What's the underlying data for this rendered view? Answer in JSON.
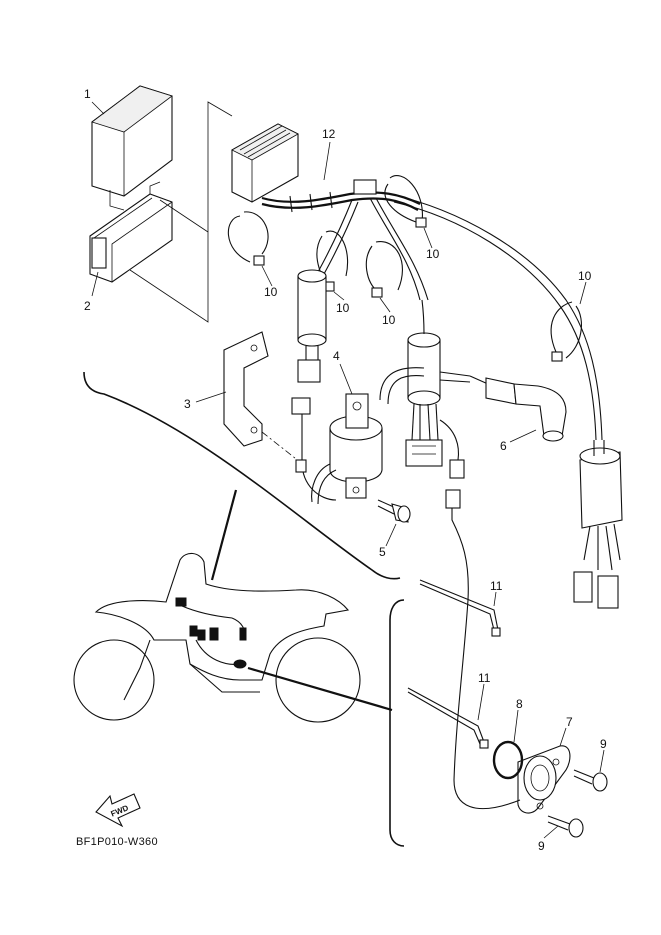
{
  "callouts": [
    "1",
    "2",
    "3",
    "4",
    "5",
    "6",
    "7",
    "8",
    "9",
    "10",
    "11",
    "12"
  ],
  "diagram_code": "BF1P010-W360",
  "direction_label": "FWD"
}
